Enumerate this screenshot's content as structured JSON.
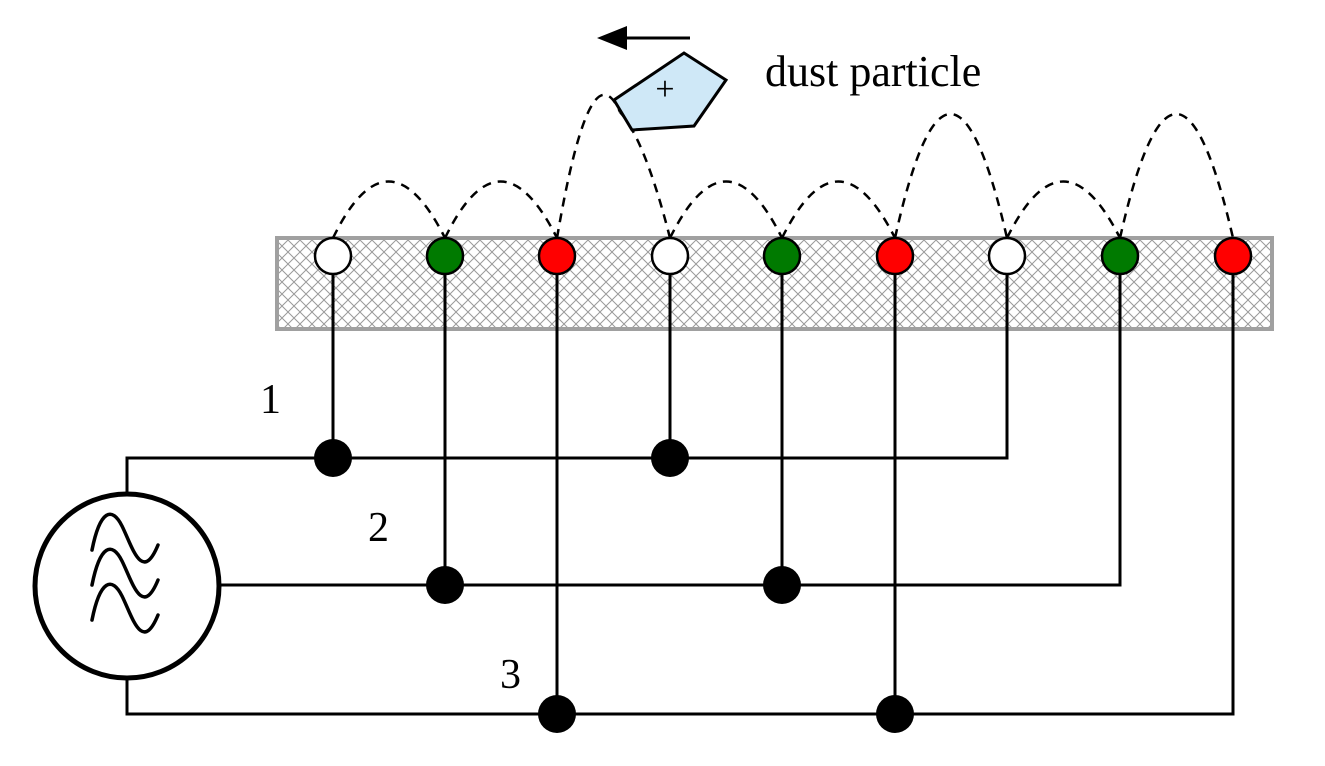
{
  "labels": {
    "particle": "dust particle",
    "charge_sign": "+",
    "phase_1": "1",
    "phase_2": "2",
    "phase_3": "3"
  },
  "colors": {
    "phase_1": "#ffffff",
    "phase_2": "#007a00",
    "phase_3": "#ff0000",
    "particle_fill": "#cfe8f7",
    "strip_border": "#a0a0a0"
  },
  "icons": {
    "source": "ac-source-icon",
    "direction": "arrow-left-icon"
  }
}
